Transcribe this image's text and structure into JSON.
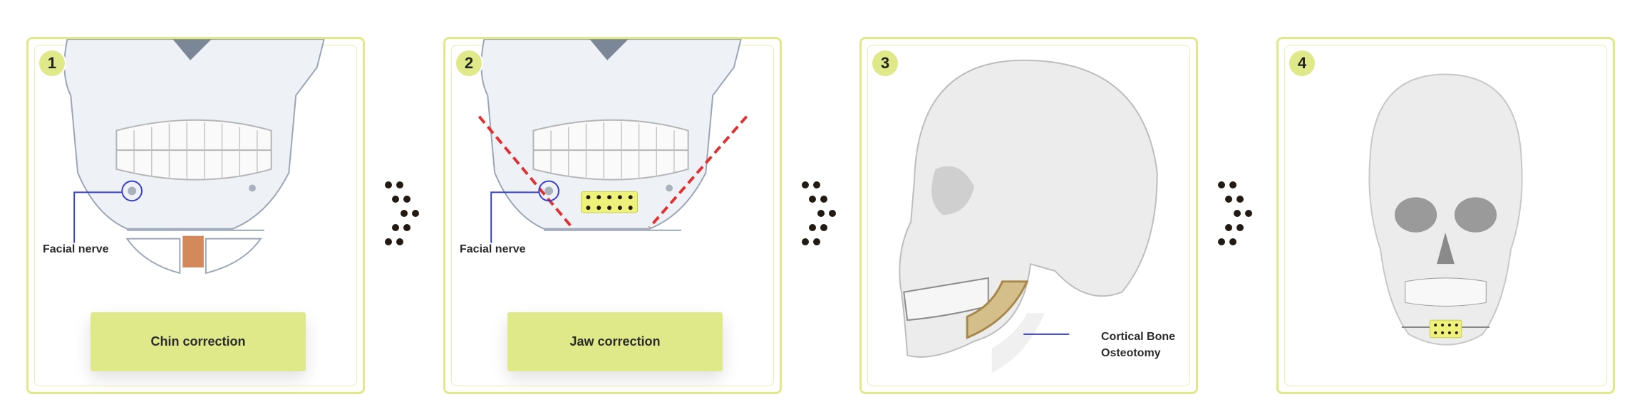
{
  "steps": [
    {
      "number": "1",
      "annotation": "Facial nerve",
      "button": "Chin correction"
    },
    {
      "number": "2",
      "annotation": "Facial nerve",
      "button": "Jaw correction"
    },
    {
      "number": "3",
      "annotation_line1": "Cortical Bone",
      "annotation_line2": "Osteotomy"
    },
    {
      "number": "4"
    }
  ],
  "colors": {
    "accent": "#dfe98a",
    "nerve_line": "#3a3fc7",
    "cut_line": "#e03030",
    "implant": "#d4895a",
    "osteotomy": "#d4bf8a",
    "dots": "#231a14"
  }
}
